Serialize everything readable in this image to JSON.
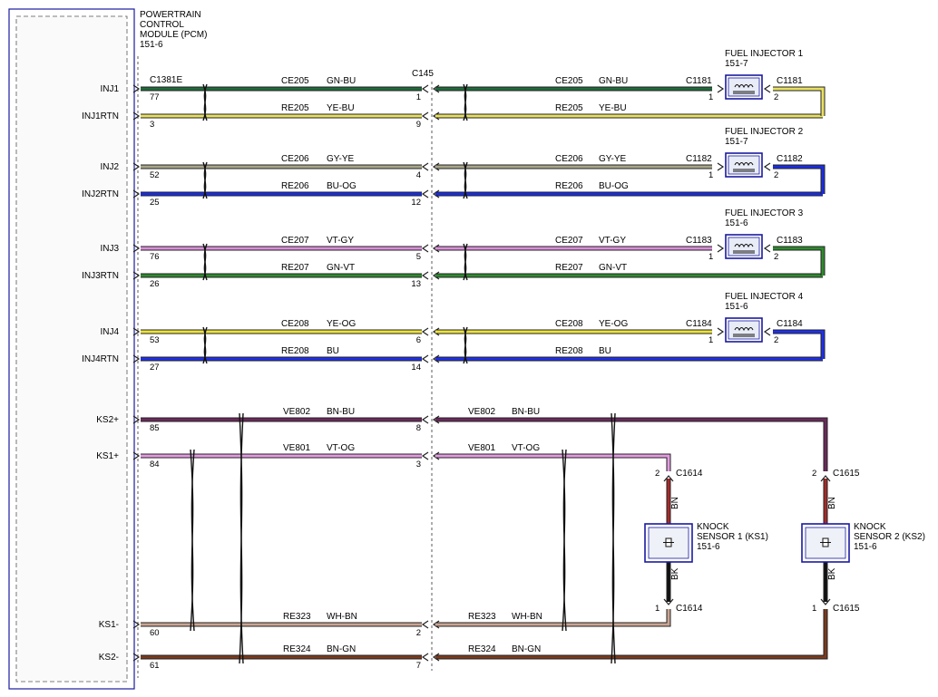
{
  "module": {
    "title_lines": [
      "POWERTRAIN",
      "CONTROL",
      "MODULE (PCM)",
      "151-6"
    ],
    "connector": "C1381E"
  },
  "inline_connector": "C145",
  "colors": {
    "GN-BU": "#1e6b3a",
    "YE-BU": "#e8e060",
    "GY-YE": "#a9a58a",
    "BU-OG": "#1b2ee0",
    "VT-GY": "#d98fd8",
    "GN-VT": "#2f8a2f",
    "YE-OG": "#ede33a",
    "BU": "#1f30e8",
    "BN-BU": "#6a2a5c",
    "VT-OG": "#e29be0",
    "WH-BN": "#c9a493",
    "BN-GN": "#7a3b1e",
    "BN": "#a52a2a",
    "BK": "#111111",
    "module_border": "#1a1aa0"
  },
  "circuits": [
    {
      "label": "INJ1",
      "pcm_pin": "77",
      "c145_pin": "1",
      "circuit": "CE205",
      "wire_color": "GN-BU"
    },
    {
      "label": "INJ1RTN",
      "pcm_pin": "3",
      "c145_pin": "9",
      "circuit": "RE205",
      "wire_color": "YE-BU"
    },
    {
      "label": "INJ2",
      "pcm_pin": "52",
      "c145_pin": "4",
      "circuit": "CE206",
      "wire_color": "GY-YE"
    },
    {
      "label": "INJ2RTN",
      "pcm_pin": "25",
      "c145_pin": "12",
      "circuit": "RE206",
      "wire_color": "BU-OG"
    },
    {
      "label": "INJ3",
      "pcm_pin": "76",
      "c145_pin": "5",
      "circuit": "CE207",
      "wire_color": "VT-GY"
    },
    {
      "label": "INJ3RTN",
      "pcm_pin": "26",
      "c145_pin": "13",
      "circuit": "RE207",
      "wire_color": "GN-VT"
    },
    {
      "label": "INJ4",
      "pcm_pin": "53",
      "c145_pin": "6",
      "circuit": "CE208",
      "wire_color": "YE-OG"
    },
    {
      "label": "INJ4RTN",
      "pcm_pin": "27",
      "c145_pin": "14",
      "circuit": "RE208",
      "wire_color": "BU"
    },
    {
      "label": "KS2+",
      "pcm_pin": "85",
      "c145_pin": "8",
      "circuit": "VE802",
      "wire_color": "BN-BU"
    },
    {
      "label": "KS1+",
      "pcm_pin": "84",
      "c145_pin": "3",
      "circuit": "VE801",
      "wire_color": "VT-OG"
    },
    {
      "label": "KS1-",
      "pcm_pin": "60",
      "c145_pin": "2",
      "circuit": "RE323",
      "wire_color": "WH-BN"
    },
    {
      "label": "KS2-",
      "pcm_pin": "61",
      "c145_pin": "7",
      "circuit": "RE324",
      "wire_color": "BN-GN"
    }
  ],
  "injectors": [
    {
      "name": "FUEL INJECTOR 1",
      "ref": "151-7",
      "left_connector": "C1181",
      "right_connector": "C1181",
      "pin1": "1",
      "pin2": "2"
    },
    {
      "name": "FUEL INJECTOR 2",
      "ref": "151-7",
      "left_connector": "C1182",
      "right_connector": "C1182",
      "pin1": "1",
      "pin2": "2"
    },
    {
      "name": "FUEL INJECTOR 3",
      "ref": "151-6",
      "left_connector": "C1183",
      "right_connector": "C1183",
      "pin1": "1",
      "pin2": "2"
    },
    {
      "name": "FUEL INJECTOR 4",
      "ref": "151-6",
      "left_connector": "C1184",
      "right_connector": "C1184",
      "pin1": "1",
      "pin2": "2"
    }
  ],
  "knock_sensors": [
    {
      "name_lines": [
        "KNOCK",
        "SENSOR 1 (KS1)",
        "151-6"
      ],
      "connector": "C1614",
      "top_pin": "2",
      "bottom_pin": "1",
      "top_wire": "BN",
      "bottom_wire": "BK"
    },
    {
      "name_lines": [
        "KNOCK",
        "SENSOR 2 (KS2)",
        "151-6"
      ],
      "connector": "C1615",
      "top_pin": "2",
      "bottom_pin": "1",
      "top_wire": "BN",
      "bottom_wire": "BK"
    }
  ]
}
